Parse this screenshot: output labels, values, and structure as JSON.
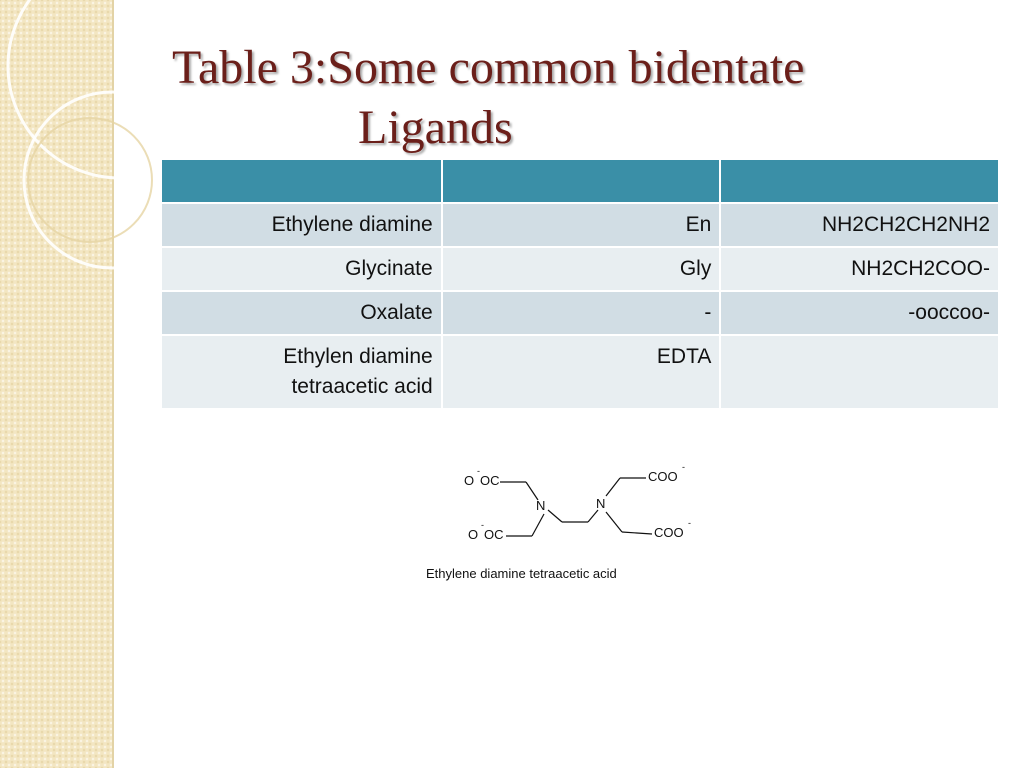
{
  "slide": {
    "title_line1": "Table 3:Some common bidentate",
    "title_line2": "Ligands"
  },
  "table": {
    "headers": [
      "",
      "",
      ""
    ],
    "rows": [
      {
        "name": "Ethylene diamine",
        "abbr": "En",
        "formula": "NH2CH2CH2NH2"
      },
      {
        "name": "Glycinate",
        "abbr": "Gly",
        "formula": "NH2CH2COO-"
      },
      {
        "name": "Oxalate",
        "abbr": "-",
        "formula": "-ooccoo-"
      },
      {
        "name_line1": "Ethylen diamine",
        "name_line2": "tetraacetic acid",
        "abbr": "EDTA",
        "formula": ""
      }
    ]
  },
  "structure": {
    "o_tl": "O",
    "oc_tl": "OC",
    "minus": "-",
    "o_bl": "O",
    "oc_bl": "OC",
    "n_left": "N",
    "n_right": "N",
    "coo_tr": "COO",
    "coo_br": "COO",
    "caption": "Ethylene diamine tetraacetic acid"
  },
  "colors": {
    "title": "#6b1f1a",
    "header": "#3a8fa7",
    "row_odd": "#d1dde4",
    "row_even": "#e8eef1",
    "side_band": "#f3e6c2"
  }
}
